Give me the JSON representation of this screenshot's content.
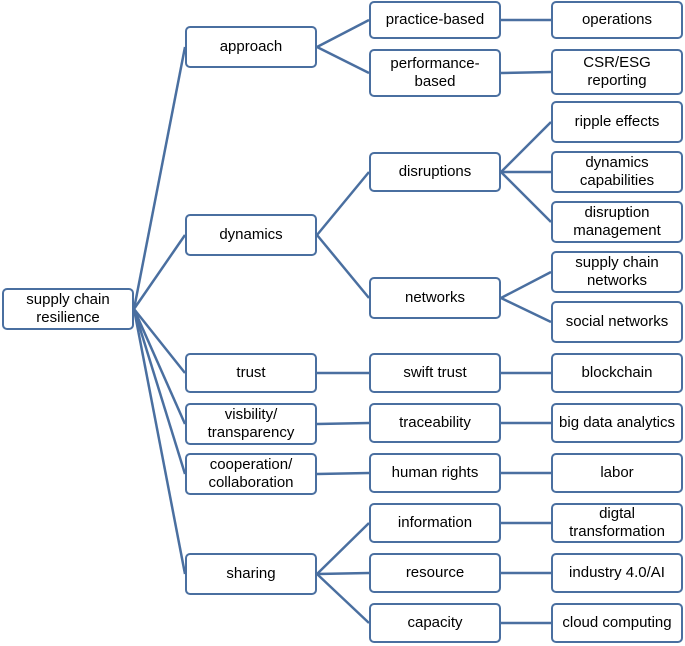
{
  "colors": {
    "stroke": "#4a6fa0",
    "fill": "#ffffff",
    "text": "#000000"
  },
  "root": {
    "id": "root",
    "label": "supply chain\nresilience"
  },
  "level1": [
    {
      "id": "approach",
      "label": "approach"
    },
    {
      "id": "dynamics",
      "label": "dynamics"
    },
    {
      "id": "trust",
      "label": "trust"
    },
    {
      "id": "visibility",
      "label": "visbility/\ntransparency"
    },
    {
      "id": "cooperation",
      "label": "cooperation/\ncollaboration"
    },
    {
      "id": "sharing",
      "label": "sharing"
    }
  ],
  "level2": [
    {
      "id": "practice",
      "label": "practice-based"
    },
    {
      "id": "performance",
      "label": "performance-\nbased"
    },
    {
      "id": "disruptions",
      "label": "disruptions"
    },
    {
      "id": "networks",
      "label": "networks"
    },
    {
      "id": "swift",
      "label": "swift trust"
    },
    {
      "id": "traceability",
      "label": "traceability"
    },
    {
      "id": "human",
      "label": "human rights"
    },
    {
      "id": "information",
      "label": "information"
    },
    {
      "id": "resource",
      "label": "resource"
    },
    {
      "id": "capacity",
      "label": "capacity"
    }
  ],
  "level3": [
    {
      "id": "operations",
      "label": "operations"
    },
    {
      "id": "csr",
      "label": "CSR/ESG reporting"
    },
    {
      "id": "ripple",
      "label": "ripple effects"
    },
    {
      "id": "dyncap",
      "label": "dynamics\ncapabilities"
    },
    {
      "id": "disrmgmt",
      "label": "disruption\nmanagement"
    },
    {
      "id": "scnet",
      "label": "supply chain\nnetworks"
    },
    {
      "id": "social",
      "label": "social networks"
    },
    {
      "id": "blockchain",
      "label": "blockchain"
    },
    {
      "id": "bigdata",
      "label": "big data analytics"
    },
    {
      "id": "labor",
      "label": "labor"
    },
    {
      "id": "digtal",
      "label": "digtal\ntransformation"
    },
    {
      "id": "industry",
      "label": "industry 4.0/AI"
    },
    {
      "id": "cloud",
      "label": "cloud computing"
    }
  ],
  "edges": [
    [
      "root",
      "approach"
    ],
    [
      "root",
      "dynamics"
    ],
    [
      "root",
      "trust"
    ],
    [
      "root",
      "visibility"
    ],
    [
      "root",
      "cooperation"
    ],
    [
      "root",
      "sharing"
    ],
    [
      "approach",
      "practice"
    ],
    [
      "approach",
      "performance"
    ],
    [
      "dynamics",
      "disruptions"
    ],
    [
      "dynamics",
      "networks"
    ],
    [
      "trust",
      "swift"
    ],
    [
      "visibility",
      "traceability"
    ],
    [
      "cooperation",
      "human"
    ],
    [
      "sharing",
      "information"
    ],
    [
      "sharing",
      "resource"
    ],
    [
      "sharing",
      "capacity"
    ],
    [
      "practice",
      "operations"
    ],
    [
      "performance",
      "csr"
    ],
    [
      "disruptions",
      "ripple"
    ],
    [
      "disruptions",
      "dyncap"
    ],
    [
      "disruptions",
      "disrmgmt"
    ],
    [
      "networks",
      "scnet"
    ],
    [
      "networks",
      "social"
    ],
    [
      "swift",
      "blockchain"
    ],
    [
      "traceability",
      "bigdata"
    ],
    [
      "human",
      "labor"
    ],
    [
      "information",
      "digtal"
    ],
    [
      "resource",
      "industry"
    ],
    [
      "capacity",
      "cloud"
    ]
  ]
}
